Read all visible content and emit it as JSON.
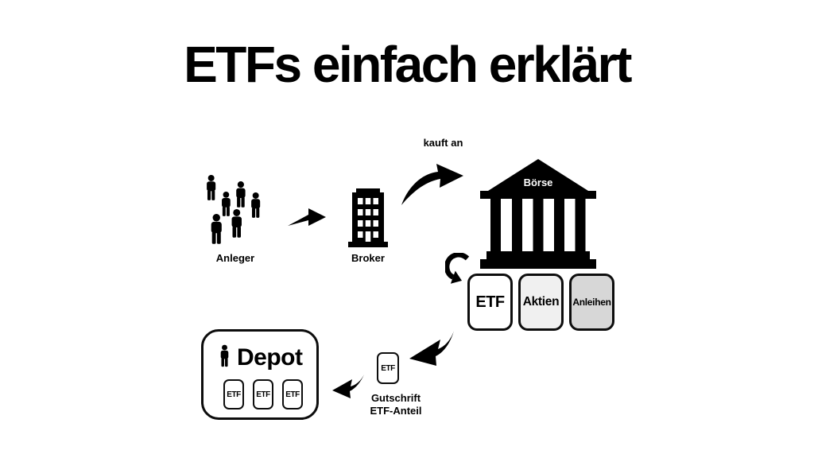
{
  "title": "ETFs einfach erklärt",
  "colors": {
    "background": "#ffffff",
    "ink": "#000000",
    "box_etf_bg": "#ffffff",
    "box_aktien_bg": "#f0f0f0",
    "box_anleihen_bg": "#d7d7d7",
    "boerse_label_color": "#ffffff"
  },
  "icons": {
    "investors": "people-group-icon",
    "broker": "office-building-icon",
    "exchange": "bank-columns-icon",
    "depot": "person-icon",
    "flows": [
      "straight-arrow-icon",
      "curved-swoosh-arrow-icon",
      "curl-arrow-icon"
    ]
  },
  "diagram": {
    "investors": {
      "label": "Anleger",
      "person_count": 6
    },
    "broker": {
      "label": "Broker"
    },
    "buy_flow_label": "kauft an",
    "exchange": {
      "label": "Börse"
    },
    "products": [
      {
        "label": "ETF",
        "bg": "#ffffff"
      },
      {
        "label": "Aktien",
        "bg": "#f0f0f0"
      },
      {
        "label": "Anleihen",
        "bg": "#d7d7d7"
      }
    ],
    "credit": {
      "box_label": "ETF",
      "caption": [
        "Gutschrift",
        "ETF-Anteil"
      ]
    },
    "depot": {
      "label": "Depot",
      "holdings": [
        "ETF",
        "ETF",
        "ETF"
      ]
    }
  }
}
